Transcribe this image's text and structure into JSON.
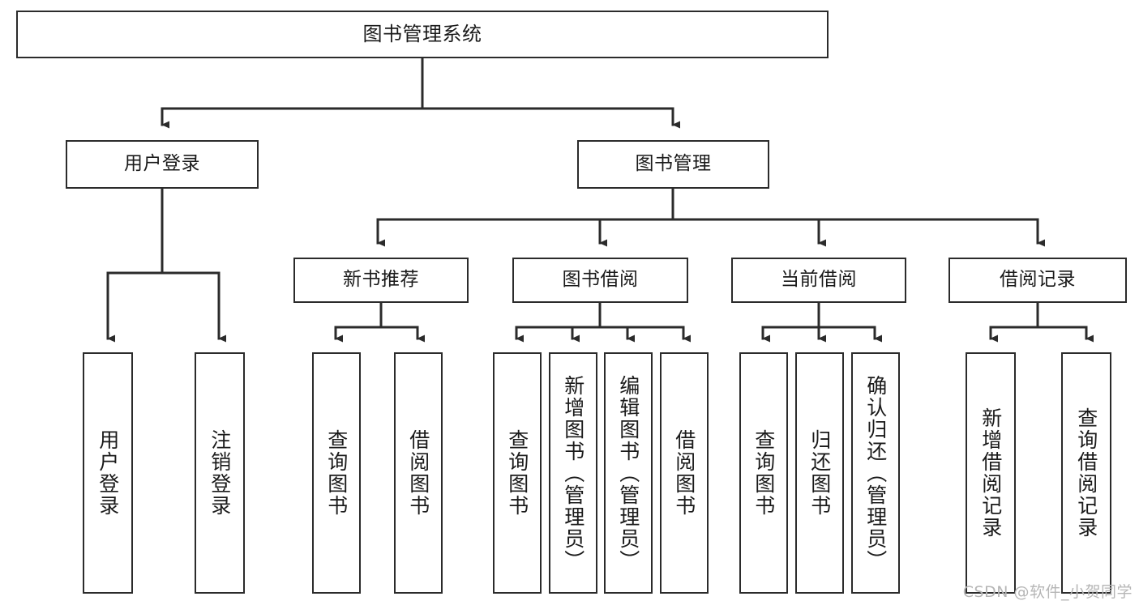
{
  "diagram": {
    "type": "tree-hierarchy",
    "title": "图书管理系统",
    "watermark": "CSDN @软件_小贺同学",
    "colors": {
      "box_border": "#2b2b2b",
      "box_fill": "#ffffff",
      "connector": "#2b2b2b",
      "text": "#1a1a1a",
      "watermark": "#b6b6b6"
    },
    "nodes": {
      "root": {
        "label": "图书管理系统"
      },
      "level2": [
        {
          "id": "user-login",
          "label": "用户登录"
        },
        {
          "id": "book-manage",
          "label": "图书管理"
        }
      ],
      "level3": [
        {
          "id": "new-book-recommend",
          "label": "新书推荐"
        },
        {
          "id": "book-borrow",
          "label": "图书借阅"
        },
        {
          "id": "current-borrow",
          "label": "当前借阅"
        },
        {
          "id": "borrow-record",
          "label": "借阅记录"
        }
      ],
      "leaves": [
        {
          "id": "leaf-user-login",
          "label": "用户登录",
          "parent": "user-login"
        },
        {
          "id": "leaf-logout-login",
          "label": "注销登录",
          "parent": "user-login"
        },
        {
          "id": "leaf-query-book-1",
          "label": "查询图书",
          "parent": "new-book-recommend"
        },
        {
          "id": "leaf-borrow-book-1",
          "label": "借阅图书",
          "parent": "new-book-recommend"
        },
        {
          "id": "leaf-query-book-2",
          "label": "查询图书",
          "parent": "book-borrow"
        },
        {
          "id": "leaf-add-book",
          "label": "新增图书（管理员）",
          "parent": "book-borrow"
        },
        {
          "id": "leaf-edit-book",
          "label": "编辑图书（管理员）",
          "parent": "book-borrow"
        },
        {
          "id": "leaf-borrow-book-2",
          "label": "借阅图书",
          "parent": "book-borrow"
        },
        {
          "id": "leaf-query-book-3",
          "label": "查询图书",
          "parent": "current-borrow"
        },
        {
          "id": "leaf-return-book",
          "label": "归还图书",
          "parent": "current-borrow"
        },
        {
          "id": "leaf-confirm-return",
          "label": "确认归还（管理员）",
          "parent": "current-borrow"
        },
        {
          "id": "leaf-add-record",
          "label": "新增借阅记录",
          "parent": "borrow-record"
        },
        {
          "id": "leaf-query-record",
          "label": "查询借阅记录",
          "parent": "borrow-record"
        }
      ]
    }
  }
}
